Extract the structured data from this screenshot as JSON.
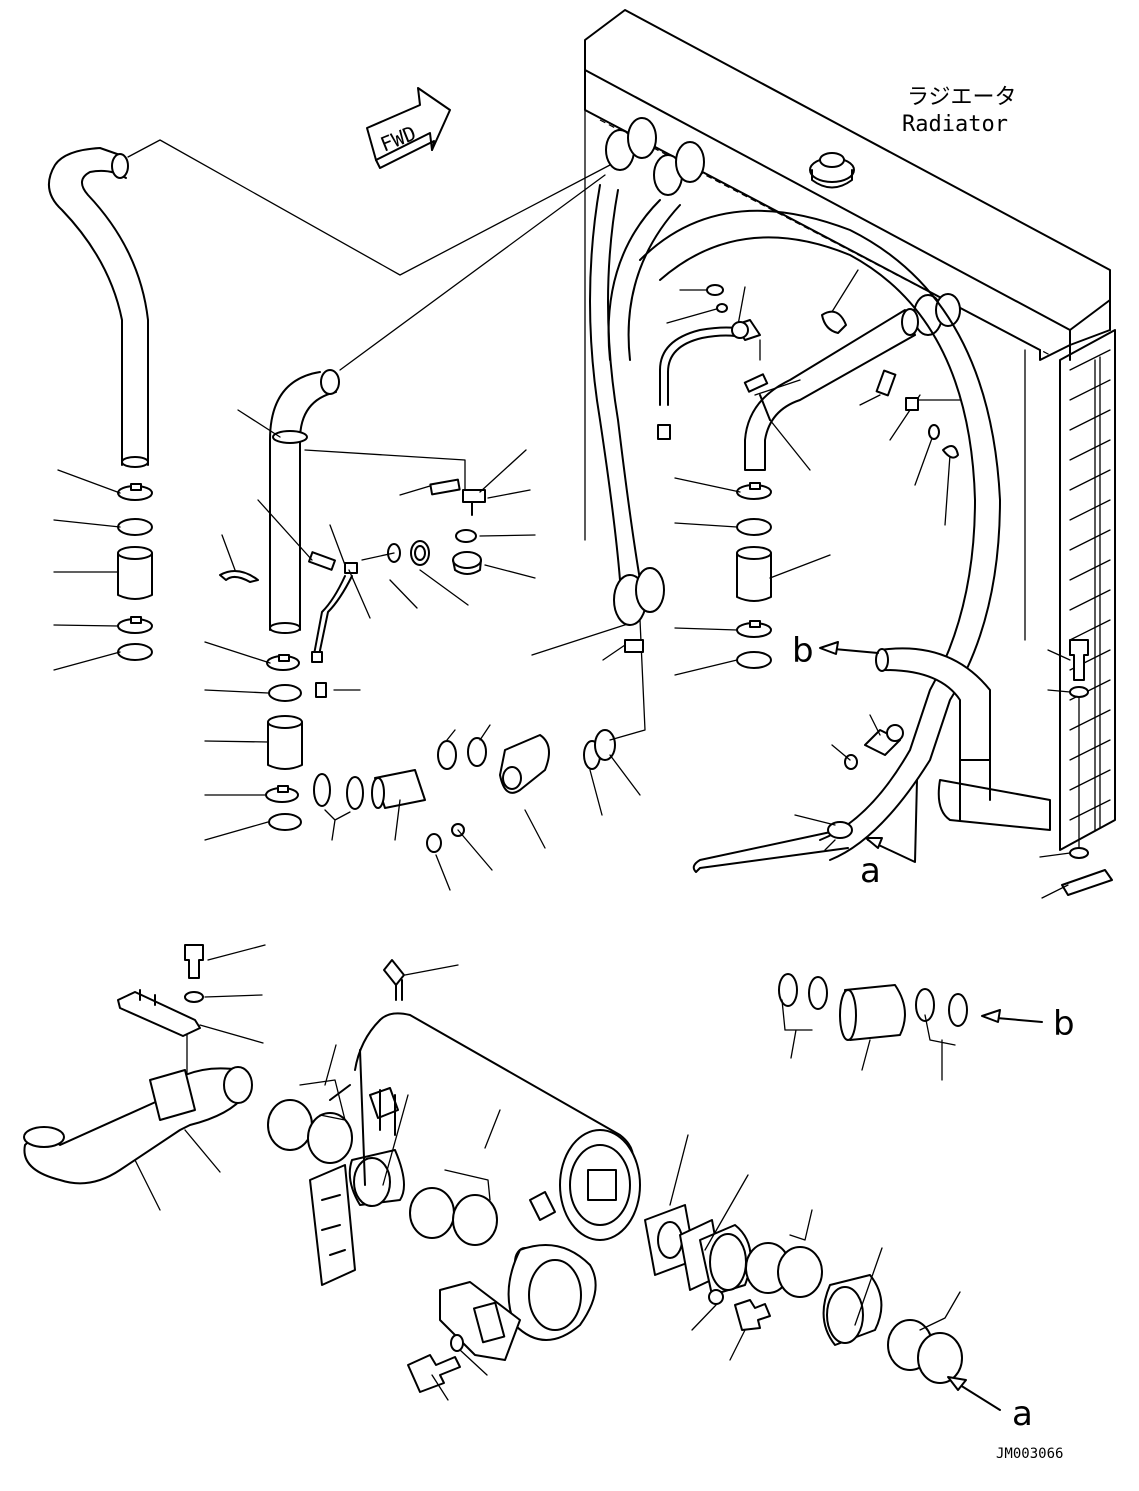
{
  "labels": {
    "radiator_jp": "ラジエータ",
    "radiator_en": "Radiator",
    "fwd": "FWD",
    "ref_a_top": "a",
    "ref_b_top": "b",
    "ref_b_bottom": "b",
    "ref_a_bottom": "a",
    "drawing_number": "JM003066"
  }
}
